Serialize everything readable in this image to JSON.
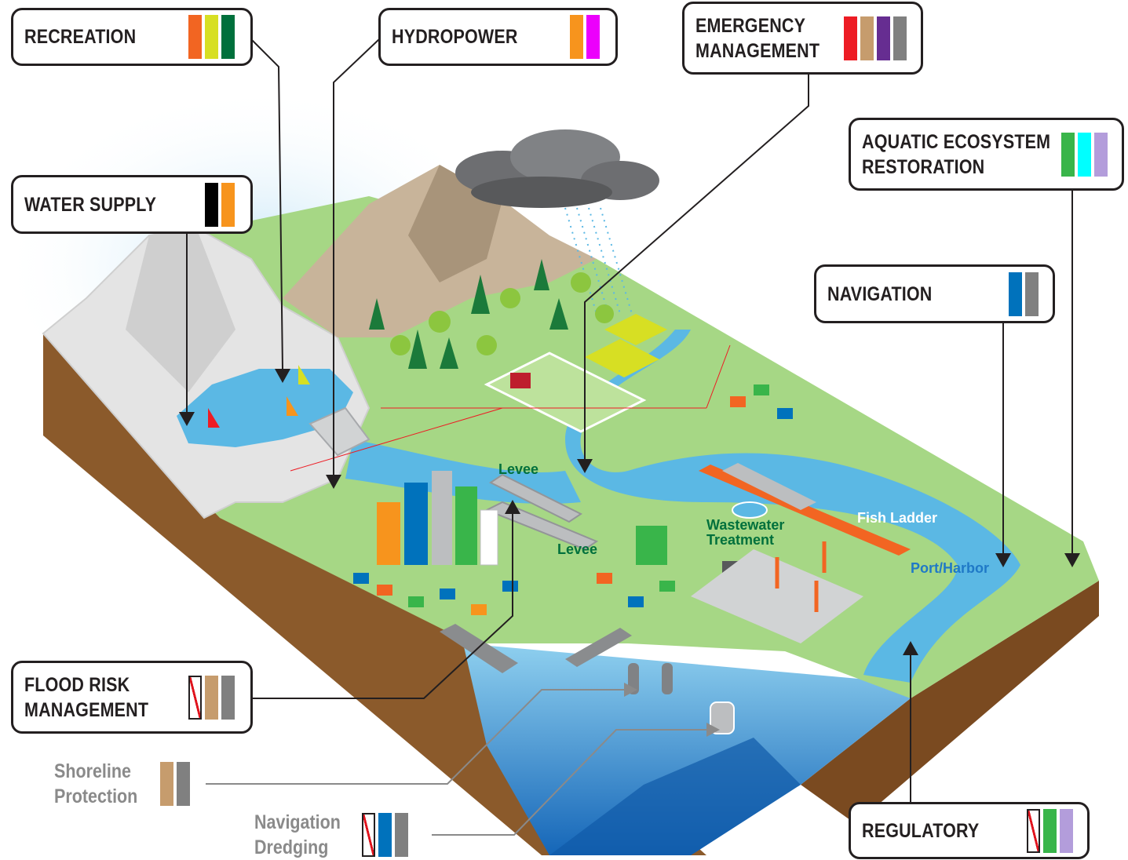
{
  "callouts": {
    "recreation": {
      "label": "RECREATION",
      "swatches": [
        "#f26522",
        "#d7df23",
        "#00703c"
      ]
    },
    "hydropower": {
      "label": "HYDROPOWER",
      "swatches": [
        "#f7941d",
        "#ec00fc"
      ]
    },
    "emergency": {
      "line1": "EMERGENCY",
      "line2": "MANAGEMENT",
      "swatches": [
        "#ed1c24",
        "#c69c6d",
        "#662d91",
        "#808080"
      ]
    },
    "aquatic": {
      "line1": "AQUATIC ECOSYSTEM",
      "line2": "RESTORATION",
      "swatches": [
        "#39b54a",
        "#00ffff",
        "#b39ddb"
      ]
    },
    "water_supply": {
      "label": "WATER SUPPLY",
      "swatches": [
        "#000000",
        "#f7941d"
      ]
    },
    "navigation": {
      "label": "NAVIGATION",
      "swatches": [
        "#0072bc",
        "#808080"
      ]
    },
    "flood_risk": {
      "line1": "FLOOD RISK",
      "line2": "MANAGEMENT",
      "swatches": [
        "slash",
        "#c69c6d",
        "#808080"
      ]
    },
    "shoreline": {
      "line1": "Shoreline",
      "line2": "Protection",
      "swatches": [
        "#c69c6d",
        "#808080"
      ]
    },
    "nav_dredging": {
      "line1": "Navigation",
      "line2": "Dredging",
      "swatches": [
        "slash",
        "#0072bc",
        "#808080"
      ]
    },
    "regulatory": {
      "label": "REGULATORY",
      "swatches": [
        "slash",
        "#39b54a",
        "#b39ddb"
      ]
    }
  },
  "scene_labels": {
    "levee_1": "Levee",
    "levee_2": "Levee",
    "wastewater_1": "Wastewater",
    "wastewater_2": "Treatment",
    "fish_ladder": "Fish Ladder",
    "port_harbor": "Port/Harbor"
  },
  "colors": {
    "land": "#a6d785",
    "soil": "#8b5a2b",
    "water": "#5bb8e4",
    "deep_water": "#1f79c7",
    "mountain": "#c8b49a",
    "snow": "#e6e6e6",
    "outline": "#231f20"
  }
}
